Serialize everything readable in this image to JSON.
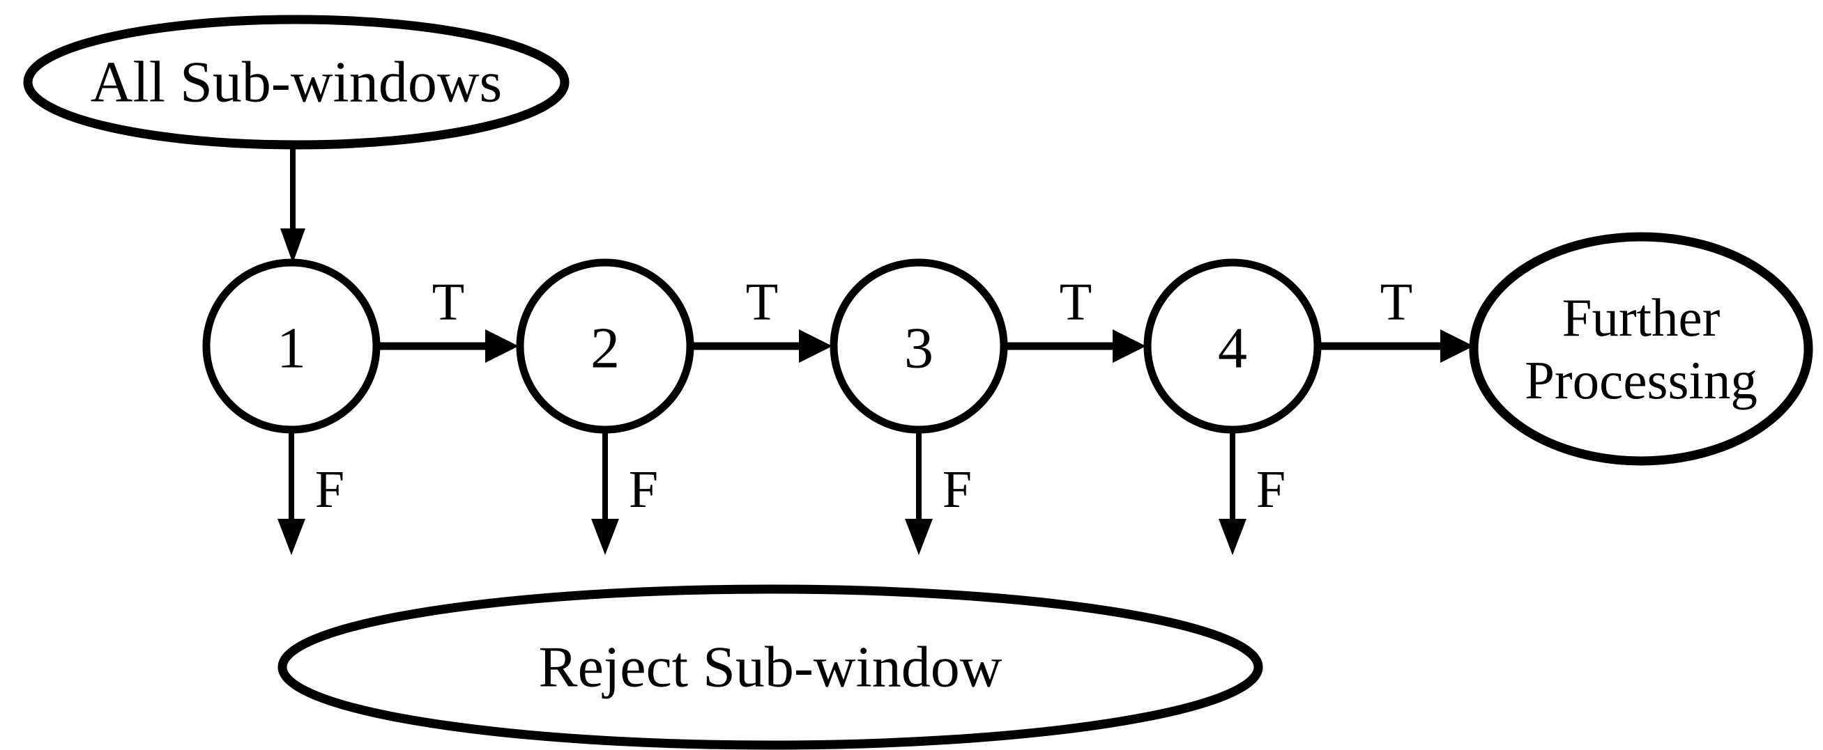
{
  "diagram": {
    "colors": {
      "line": "#000000",
      "bg": "#ffffff",
      "node_fill": "#ffffff"
    },
    "nodes": {
      "start": {
        "label": "All Sub-windows"
      },
      "stage_1": {
        "label": "1"
      },
      "stage_2": {
        "label": "2"
      },
      "stage_3": {
        "label": "3"
      },
      "stage_4": {
        "label": "4"
      },
      "further_processing": {
        "line1": "Further",
        "line2": "Processing"
      },
      "reject": {
        "label": "Reject Sub-window"
      }
    },
    "edge_labels": {
      "pass": "T",
      "fail": "F"
    }
  }
}
